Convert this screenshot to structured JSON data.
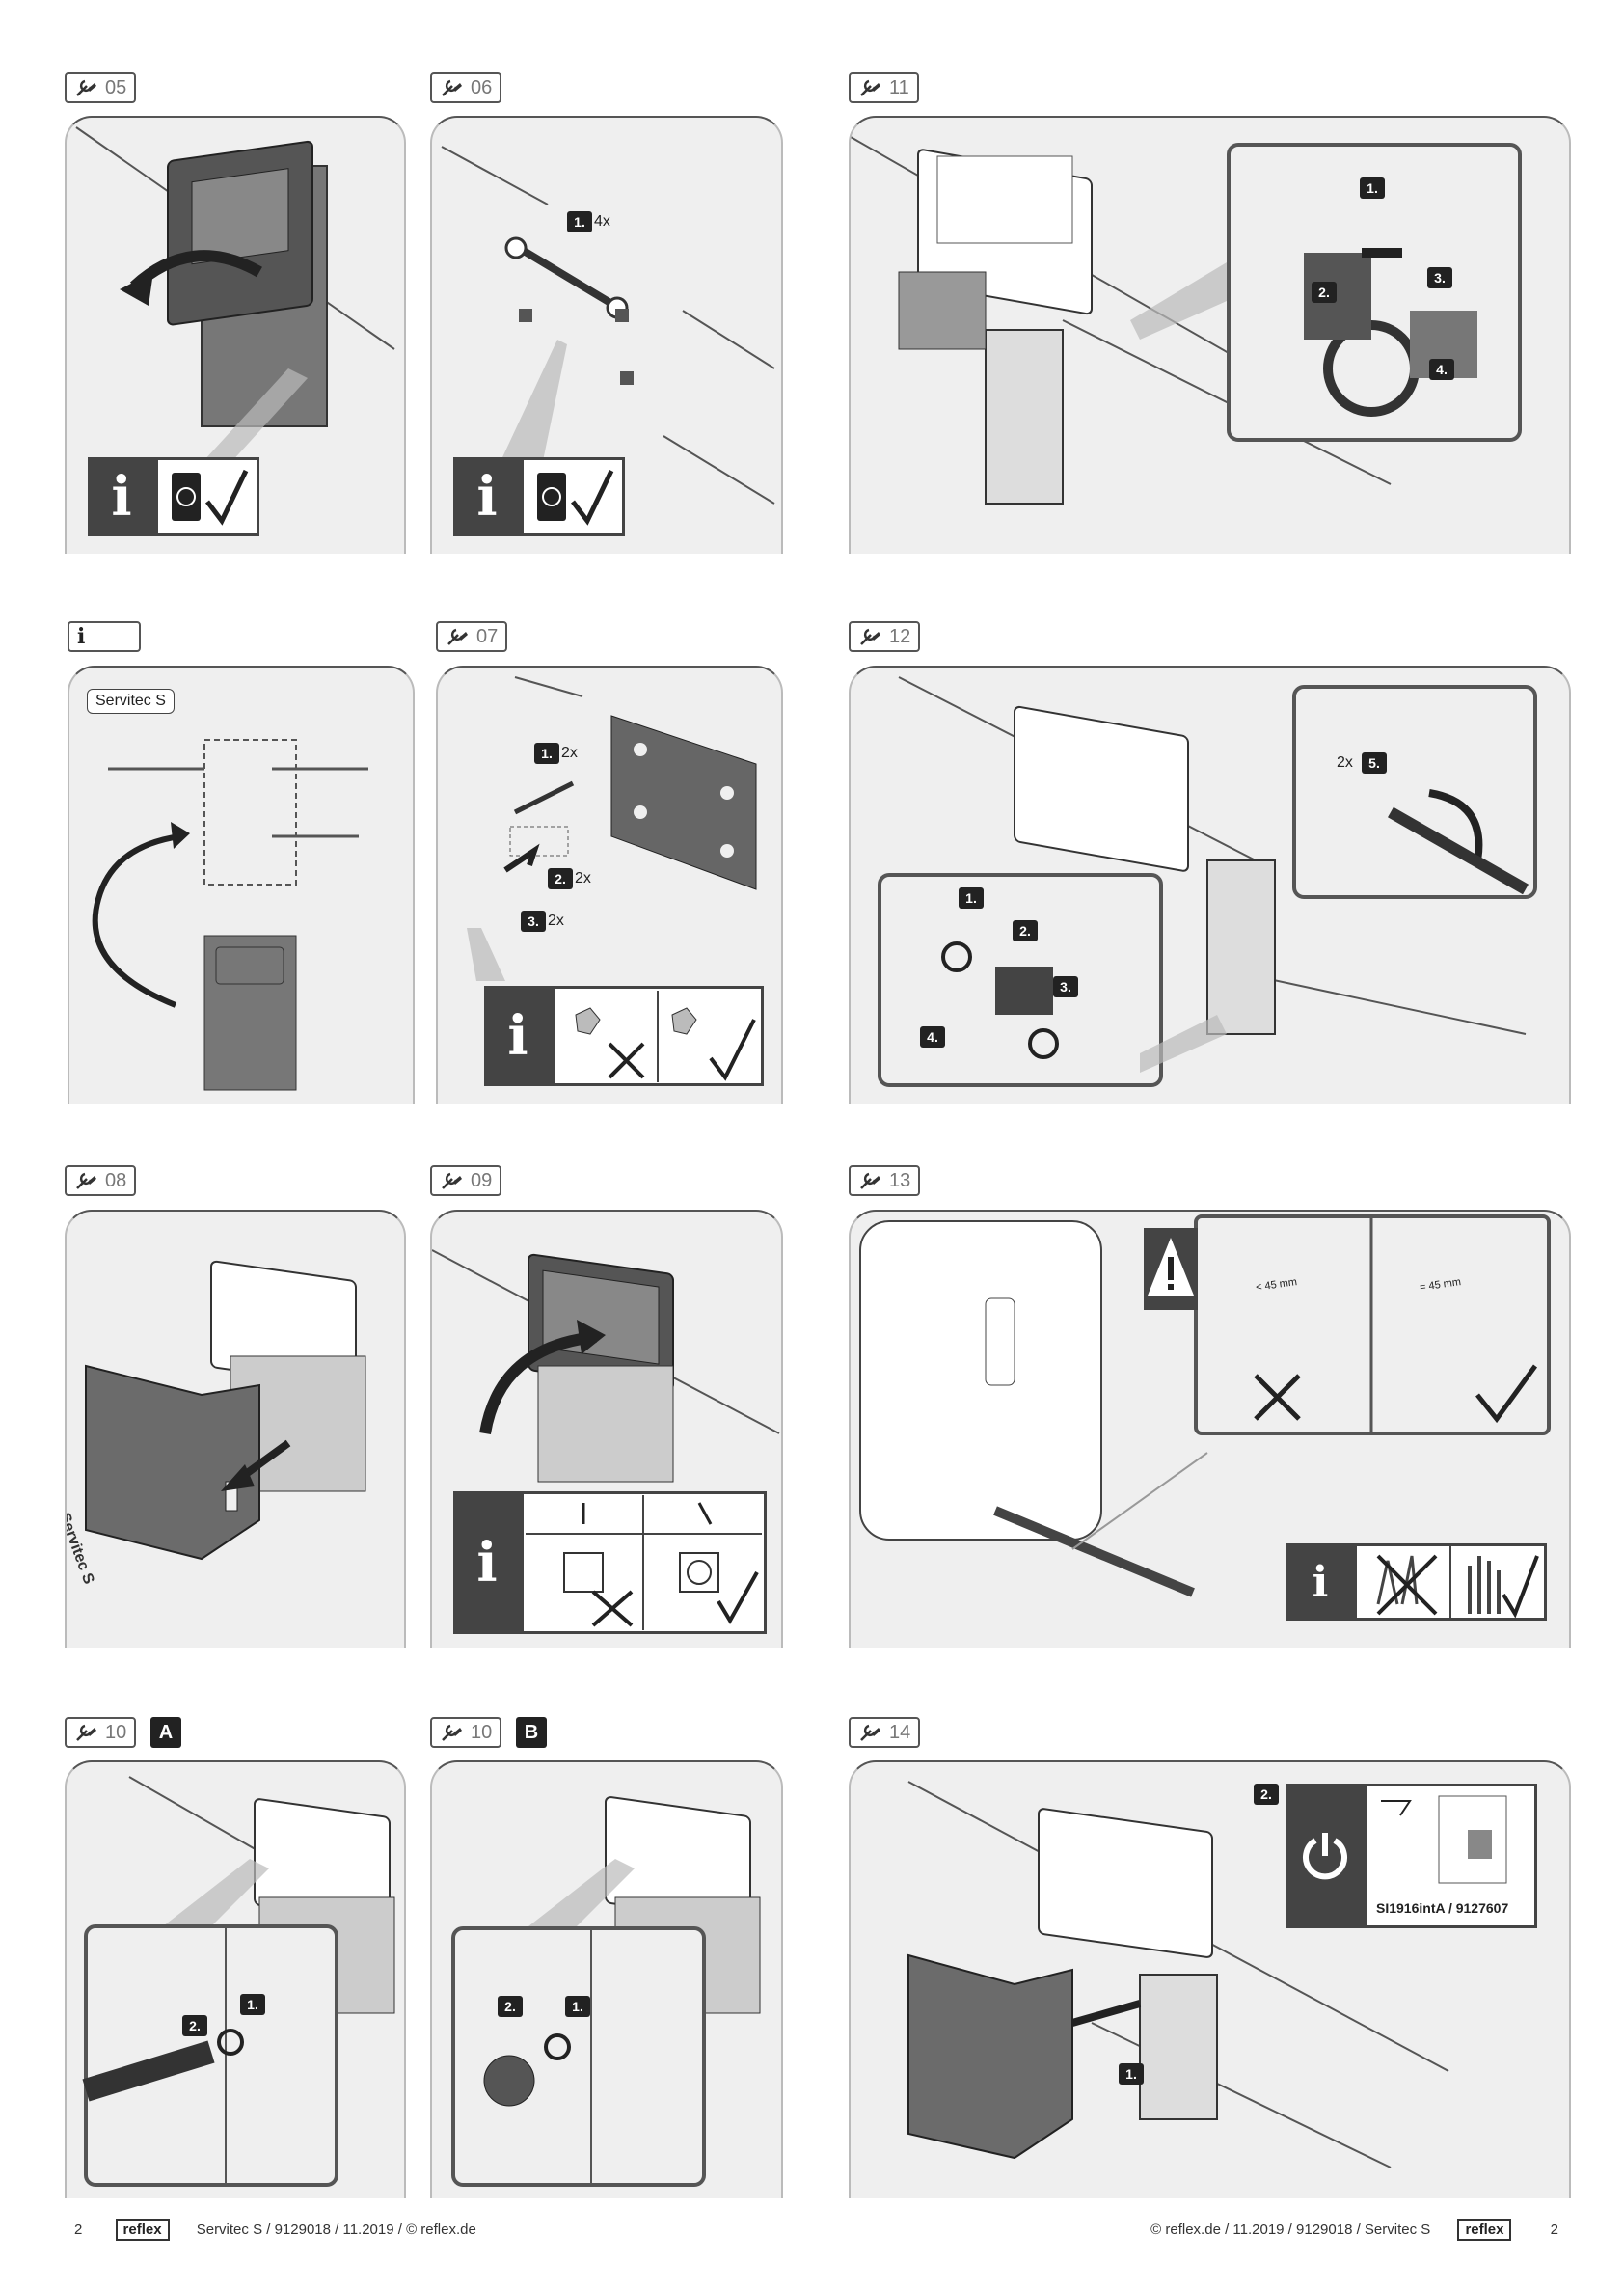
{
  "steps": {
    "s05": "05",
    "s06": "06",
    "s11": "11",
    "info": "i",
    "s07": "07",
    "s12": "12",
    "s08": "08",
    "s09": "09",
    "s13": "13",
    "s10a": "10",
    "s10b": "10",
    "s14": "14"
  },
  "variants": {
    "a": "A",
    "b": "B"
  },
  "info_panel": {
    "device_tag": "Servitec S"
  },
  "callouts": {
    "s06": {
      "n1": "1.",
      "c1": "4x"
    },
    "s11": {
      "n1": "1.",
      "n2": "2.",
      "n3": "3.",
      "n4": "4."
    },
    "s07": {
      "n1": "1.",
      "c1": "2x",
      "n2": "2.",
      "c2": "2x",
      "n3": "3.",
      "c3": "2x"
    },
    "s12": {
      "n1": "1.",
      "n2": "2.",
      "n3": "3.",
      "n4": "4.",
      "n5": "5.",
      "c5": "2x"
    },
    "s13": {
      "bad": "< 45 mm",
      "good": "= 45 mm"
    },
    "s10a": {
      "n1": "1.",
      "n2": "2."
    },
    "s10b": {
      "n1": "1.",
      "n2": "2."
    },
    "s14": {
      "n1": "1.",
      "n2": "2.",
      "doc": "SI1916intA / 9127607"
    }
  },
  "device_text": "Servitec S",
  "footer": {
    "left_page": "2",
    "left_logo": "reflex",
    "left_text": "Servitec S  / 9129018 / 11.2019 / © reflex.de",
    "right_text": "© reflex.de / 11.2019 / 9129018 / Servitec S",
    "right_logo": "reflex",
    "right_page": "2"
  },
  "colors": {
    "panel_bg": "#efefef",
    "dark": "#444444",
    "device": "#6b6b6b"
  }
}
